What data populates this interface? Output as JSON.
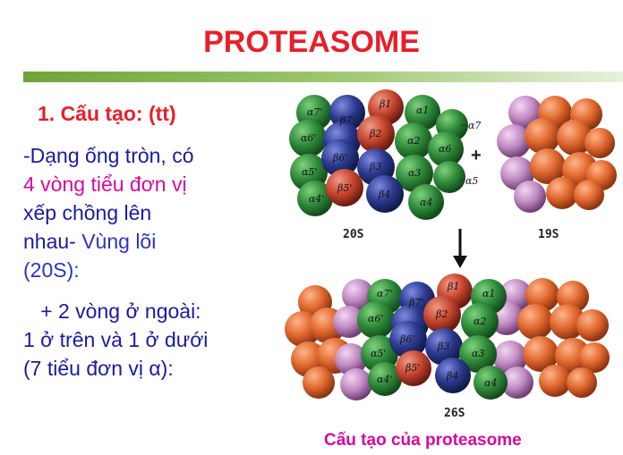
{
  "slide": {
    "title": "PROTEASOME",
    "heading": "1. Cấu tạo: (tt)",
    "para1": {
      "t1": "-Dạng ống tròn, có",
      "t2": "4 vòng tiểu đơn vị",
      "t3": "xếp chồng lên",
      "t4": "nhau-",
      "t5": "Vùng lõi",
      "t6": "(20S):"
    },
    "para2": {
      "t1": "   + 2 vòng ở ngoài:",
      "t2": "1 ở trên và 1 ở dưới",
      "t3": "(7 tiểu đơn vị α):"
    },
    "caption": "Cấu tạo của proteasome"
  },
  "figure": {
    "label_20s": "20S",
    "label_19s": "19S",
    "label_26s": "26S",
    "plus": "+",
    "top_core": {
      "a7p": "α7'",
      "b7p": "β7'",
      "b1": "β1",
      "a1": "α1",
      "a6p": "α6'",
      "b2": "β2",
      "a2": "α2",
      "a6": "α6",
      "b6p": "β6'",
      "a5p": "α5'",
      "b3": "β3",
      "a3": "α3",
      "b5p": "β5'",
      "a4p": "α4'",
      "b4": "β4",
      "a4": "α4",
      "pointer_a7": "α7",
      "pointer_a5": "α5"
    },
    "bottom_core": {
      "a7p": "α7'",
      "b7p": "β7'",
      "b1": "β1",
      "a1": "α1",
      "a6p": "α6'",
      "b2": "β2",
      "a2": "α2",
      "b6p": "β6'",
      "a5p": "α5'",
      "b3": "β3",
      "a3": "α3",
      "b5p": "β5'",
      "a4p": "α4'",
      "b4": "β4",
      "a4": "α4"
    },
    "colors": {
      "green": "#2f8a3a",
      "blue": "#2b3a8f",
      "red": "#c6452e",
      "orange": "#e0672e",
      "pink": "#c08ac2"
    }
  }
}
